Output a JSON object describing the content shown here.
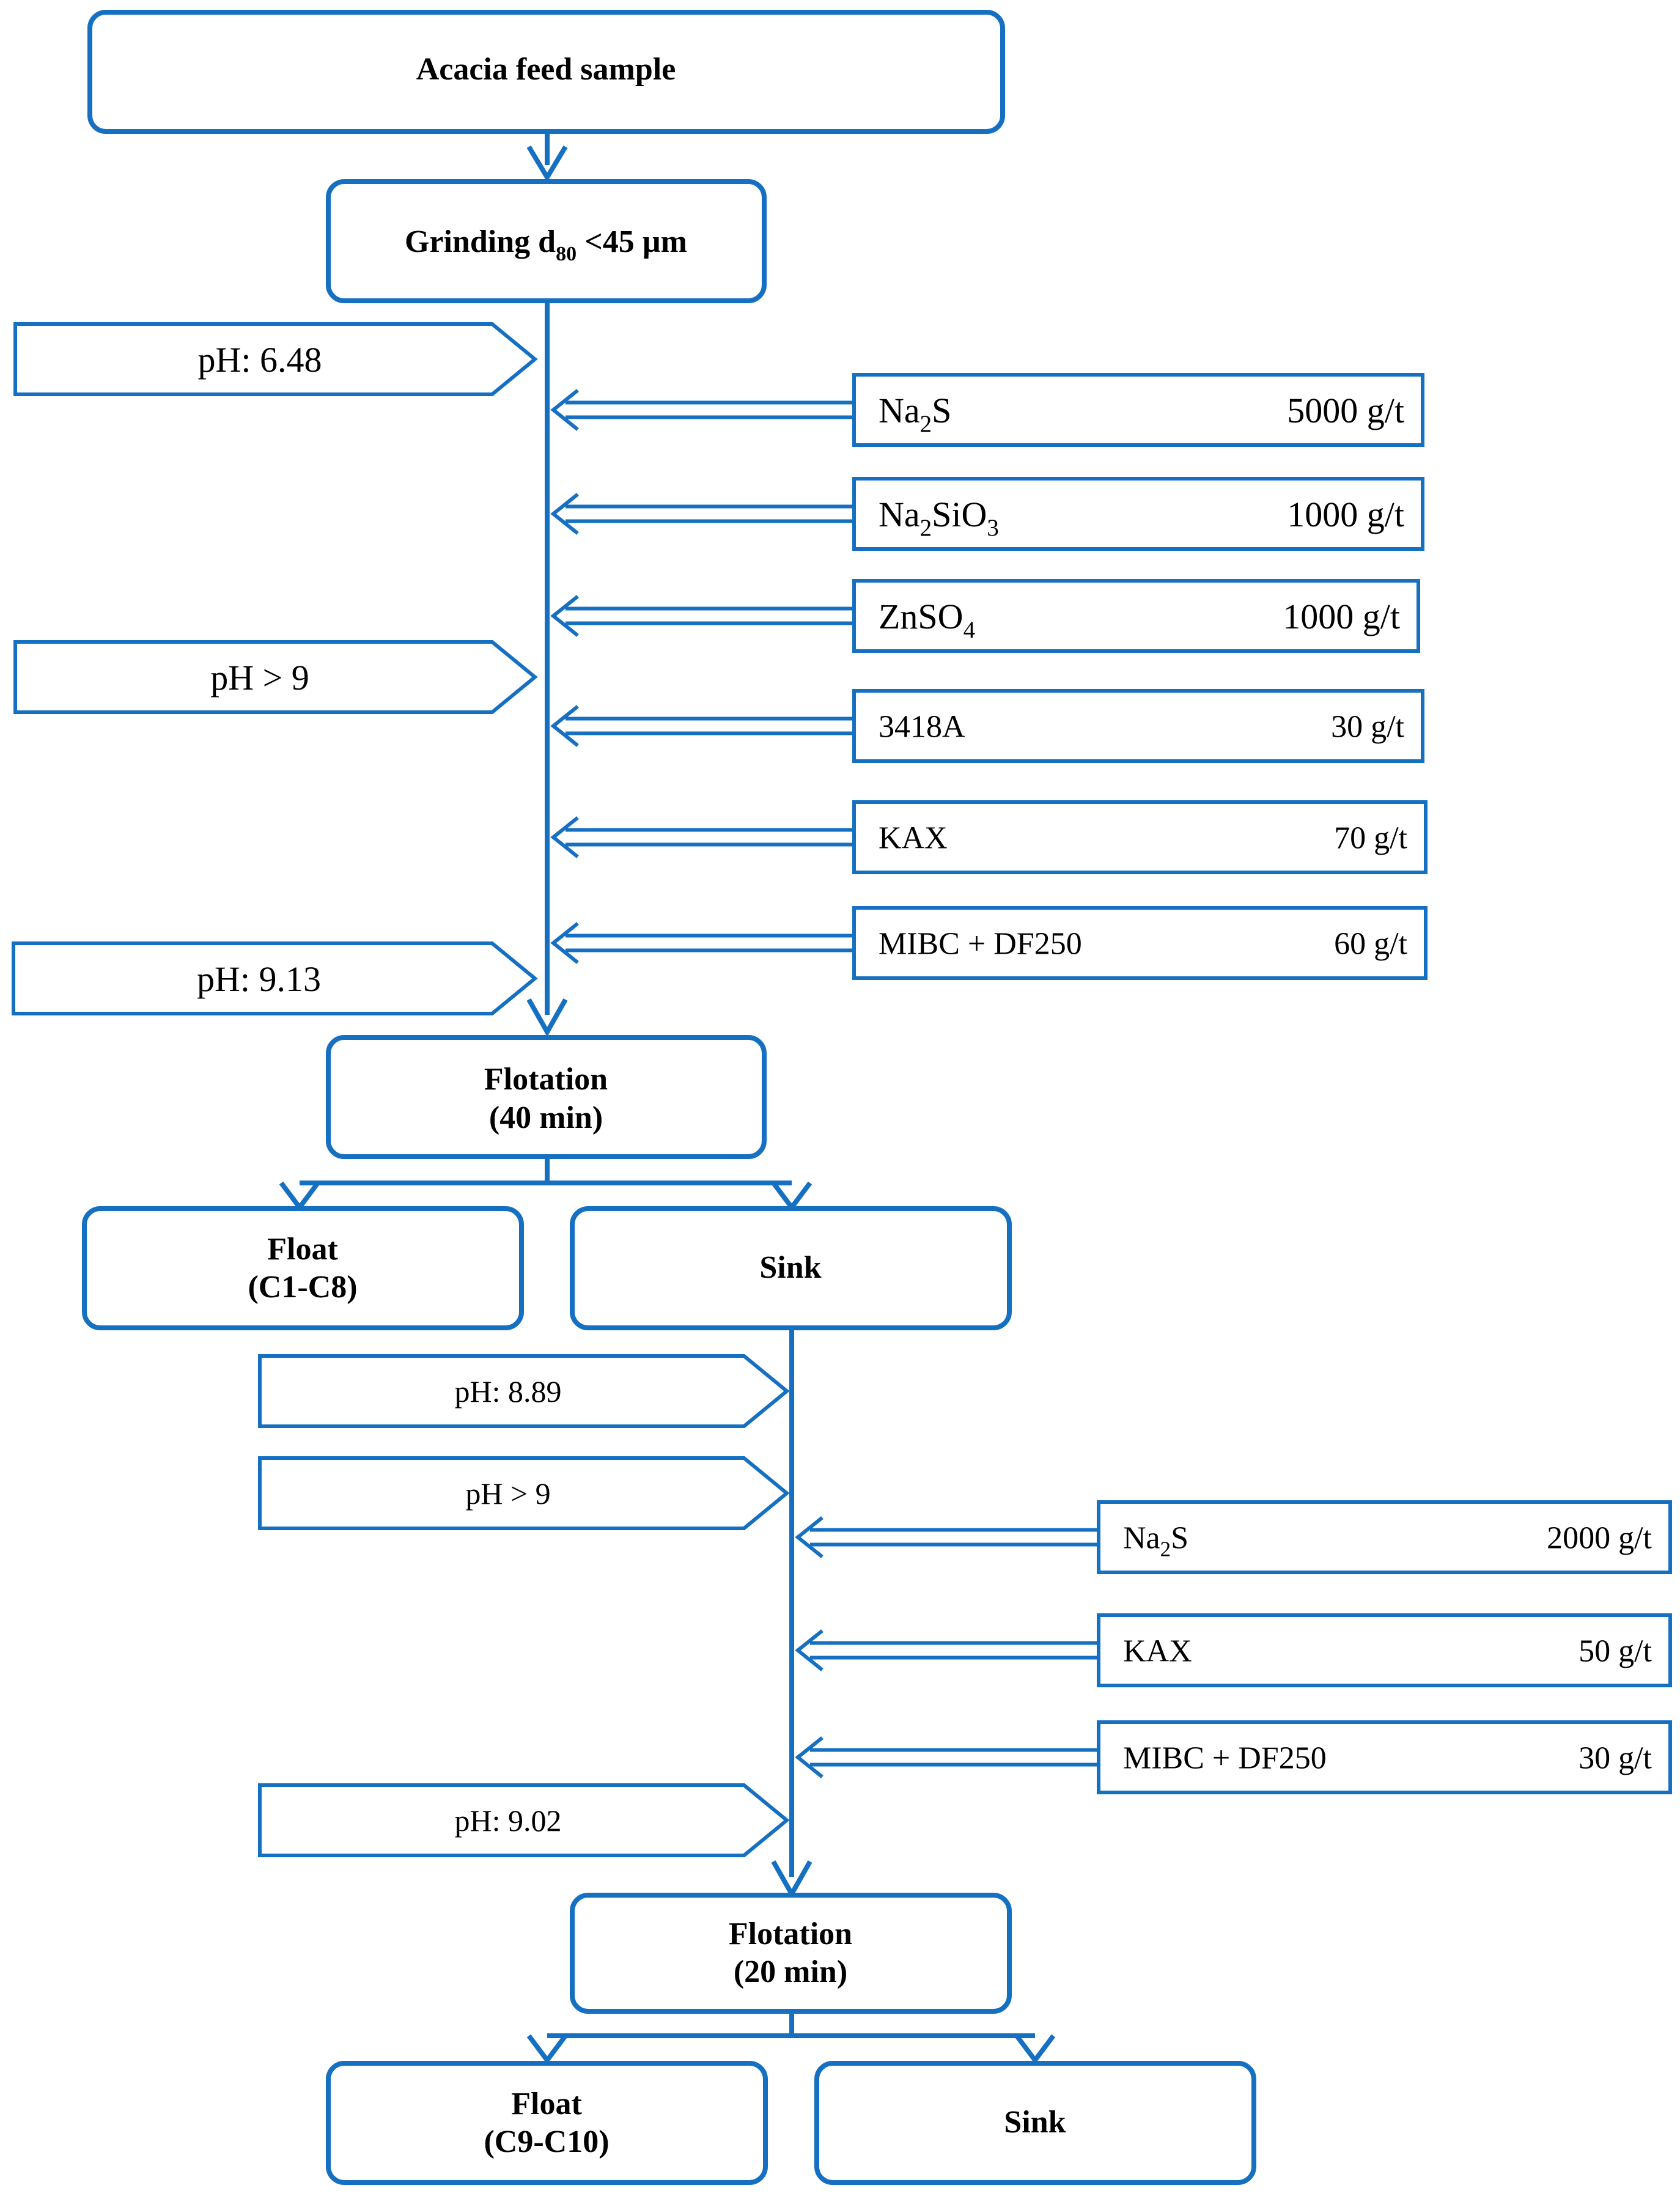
{
  "colors": {
    "stroke": "#1670c2",
    "text": "#000000",
    "background": "#ffffff"
  },
  "boxes": {
    "feed": {
      "label": "Acacia feed sample"
    },
    "grinding": {
      "label_prefix": "Grinding d",
      "label_sub": "80",
      "label_suffix": " <45 µm"
    },
    "flotation1": {
      "line1": "Flotation",
      "line2": "(40 min)"
    },
    "float1": {
      "line1": "Float",
      "line2": "(C1-C8)"
    },
    "sink1": {
      "label": "Sink"
    },
    "flotation2": {
      "line1": "Flotation",
      "line2": "(20 min)"
    },
    "float2": {
      "line1": "Float",
      "line2": "(C9-C10)"
    },
    "sink2": {
      "label": "Sink"
    }
  },
  "stage1": {
    "ph": [
      "pH: 6.48",
      "pH > 9",
      "pH: 9.13"
    ],
    "reagents": [
      {
        "parts": [
          [
            "Na",
            ""
          ],
          [
            "2",
            "sub"
          ],
          [
            "S",
            ""
          ]
        ],
        "dose": "5000 g/t"
      },
      {
        "parts": [
          [
            "Na",
            ""
          ],
          [
            "2",
            "sub"
          ],
          [
            "SiO",
            ""
          ],
          [
            "3",
            "sub"
          ]
        ],
        "dose": "1000 g/t"
      },
      {
        "parts": [
          [
            "ZnSO",
            ""
          ],
          [
            "4",
            "sub"
          ]
        ],
        "dose": "1000 g/t"
      },
      {
        "parts": [
          [
            "3418A",
            ""
          ]
        ],
        "dose": "30 g/t"
      },
      {
        "parts": [
          [
            "KAX",
            ""
          ]
        ],
        "dose": "70 g/t"
      },
      {
        "parts": [
          [
            "MIBC + DF250",
            ""
          ]
        ],
        "dose": "60 g/t"
      }
    ]
  },
  "stage2": {
    "ph": [
      "pH: 8.89",
      "pH > 9",
      "pH: 9.02"
    ],
    "reagents": [
      {
        "parts": [
          [
            "Na",
            ""
          ],
          [
            "2",
            "sub"
          ],
          [
            "S",
            ""
          ]
        ],
        "dose": "2000 g/t"
      },
      {
        "parts": [
          [
            "KAX",
            ""
          ]
        ],
        "dose": "50 g/t"
      },
      {
        "parts": [
          [
            "MIBC + DF250",
            ""
          ]
        ],
        "dose": "30 g/t"
      }
    ]
  }
}
